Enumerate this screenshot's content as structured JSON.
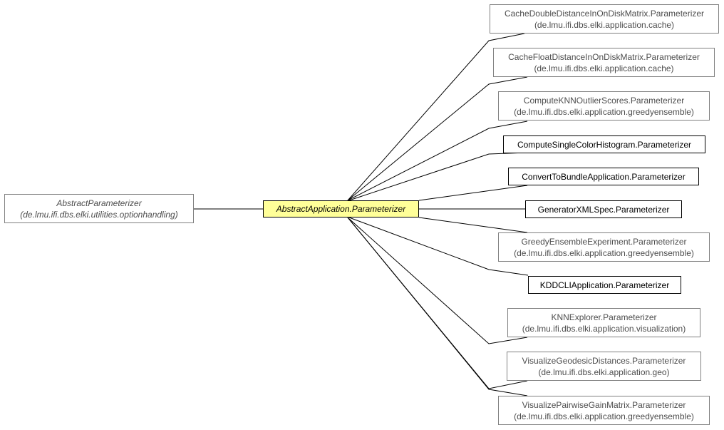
{
  "colors": {
    "focus_fill": "#ffff99",
    "internal_border": "#000000",
    "external_border": "#808080",
    "external_text": "#4d4d4d",
    "edge": "#000000"
  },
  "superclass": {
    "name": "AbstractParameterizer",
    "package": "(de.lmu.ifi.dbs.elki.utilities.optionhandling)"
  },
  "focus": {
    "name": "AbstractApplication.Parameterizer"
  },
  "subclasses": [
    {
      "name": "CacheDoubleDistanceInOnDiskMatrix.Parameterizer",
      "package": "(de.lmu.ifi.dbs.elki.application.cache)"
    },
    {
      "name": "CacheFloatDistanceInOnDiskMatrix.Parameterizer",
      "package": "(de.lmu.ifi.dbs.elki.application.cache)"
    },
    {
      "name": "ComputeKNNOutlierScores.Parameterizer",
      "package": "(de.lmu.ifi.dbs.elki.application.greedyensemble)"
    },
    {
      "name": "ComputeSingleColorHistogram.Parameterizer",
      "package": ""
    },
    {
      "name": "ConvertToBundleApplication.Parameterizer",
      "package": ""
    },
    {
      "name": "GeneratorXMLSpec.Parameterizer",
      "package": ""
    },
    {
      "name": "GreedyEnsembleExperiment.Parameterizer",
      "package": "(de.lmu.ifi.dbs.elki.application.greedyensemble)"
    },
    {
      "name": "KDDCLIApplication.Parameterizer",
      "package": ""
    },
    {
      "name": "KNNExplorer.Parameterizer",
      "package": "(de.lmu.ifi.dbs.elki.application.visualization)"
    },
    {
      "name": "VisualizeGeodesicDistances.Parameterizer",
      "package": "(de.lmu.ifi.dbs.elki.application.geo)"
    },
    {
      "name": "VisualizePairwiseGainMatrix.Parameterizer",
      "package": "(de.lmu.ifi.dbs.elki.application.greedyensemble)"
    }
  ]
}
